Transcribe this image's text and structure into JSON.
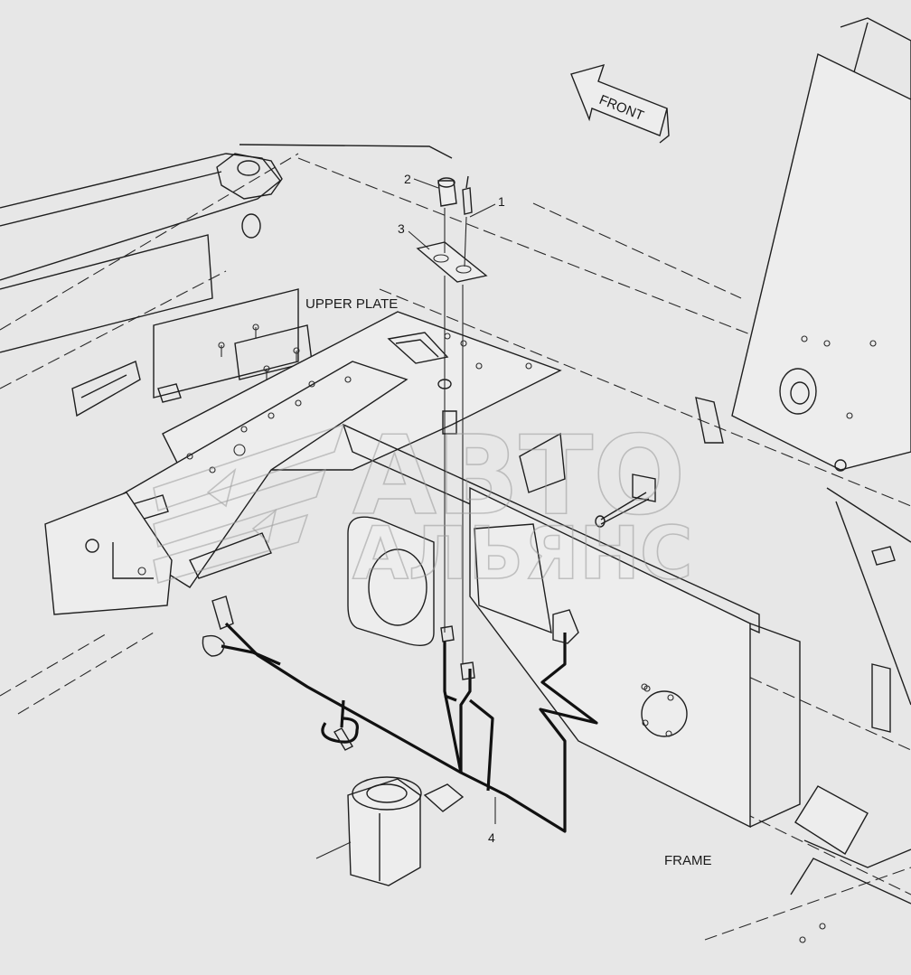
{
  "labels": {
    "front": "FRONT",
    "upper_plate": "UPPER PLATE",
    "frame": "FRAME"
  },
  "callouts": [
    "1",
    "2",
    "3",
    "4"
  ],
  "watermark": {
    "line1": "АВТО",
    "line2": "АЛЬЯНС"
  },
  "colors": {
    "background": "#e7e7e7",
    "lines": "#1f1f1f"
  }
}
